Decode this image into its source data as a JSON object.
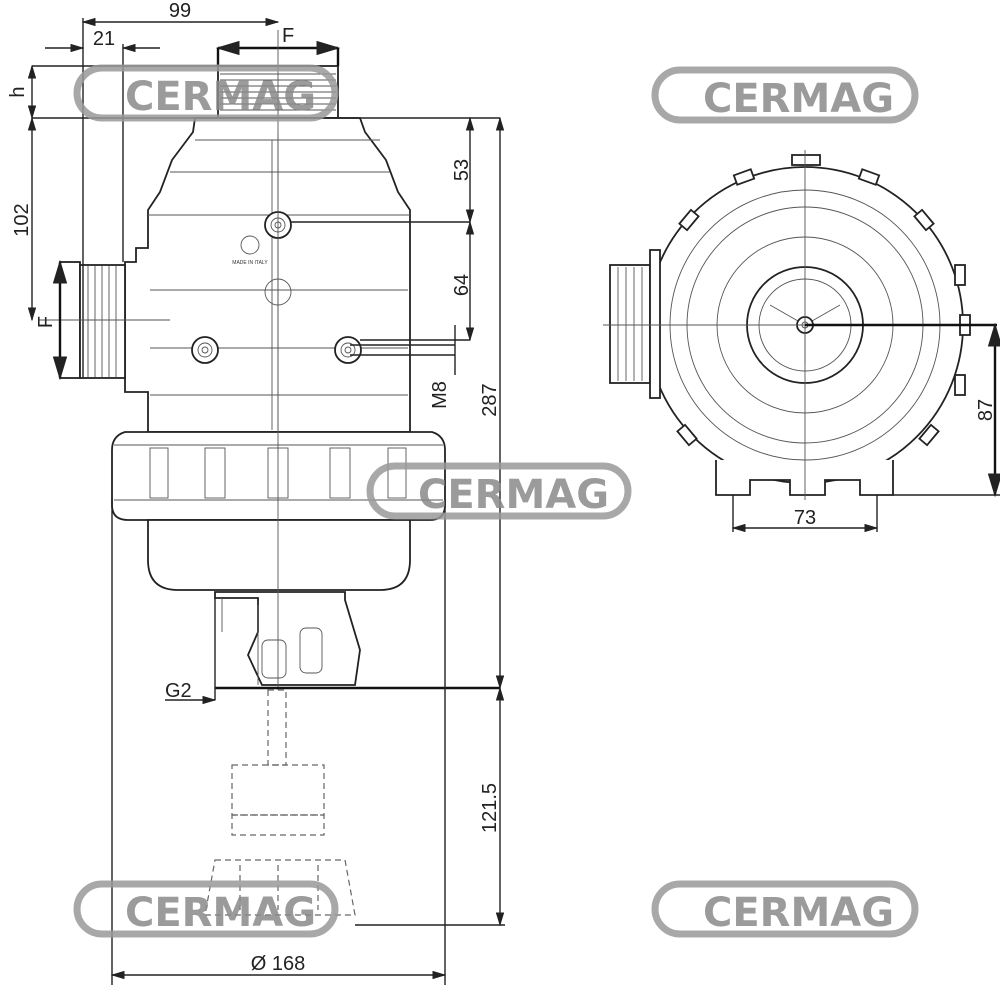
{
  "drawing": {
    "brand": "CERMAG",
    "made_in": "MADE IN ITALY",
    "colors": {
      "line": "#222222",
      "watermark": "#8a8a8a"
    },
    "dimensions": {
      "width_99": "99",
      "offset_21": "21",
      "thread_top": "F",
      "height_h": "h",
      "height_102": "102",
      "thread_side": "F",
      "height_53": "53",
      "height_64": "64",
      "bolt": "M8",
      "height_287": "287",
      "height_87": "87",
      "width_73": "73",
      "drain": "G2",
      "clearance_121_5": "121.5",
      "diameter_168": "Ø 168"
    }
  }
}
